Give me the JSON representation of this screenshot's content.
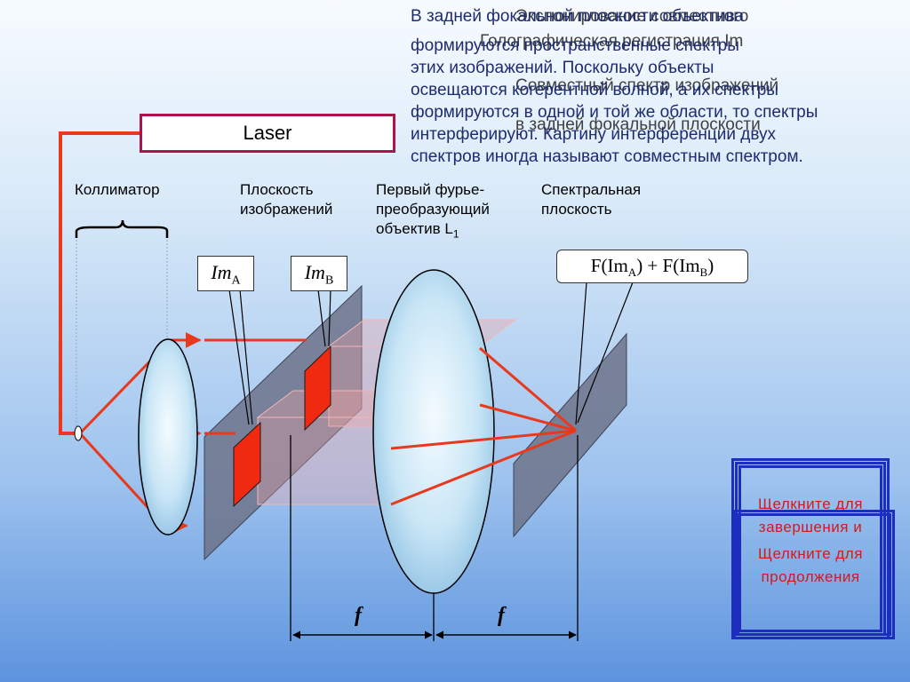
{
  "laser_label": "Laser",
  "labels": {
    "collimator": "Коллиматор",
    "image_plane_1": "Плоскость",
    "image_plane_2": "изображений",
    "fourier_lens_1": "Первый фурье-",
    "fourier_lens_2": "преобразующий",
    "fourier_lens_3": "объектив L",
    "fourier_lens_sub": "1",
    "spectral_plane_1": "Спектральная",
    "spectral_plane_2": "плоскость"
  },
  "im_a": {
    "base": "Im",
    "sub": "A"
  },
  "im_b": {
    "base": "Im",
    "sub": "B"
  },
  "formula": {
    "f1": "F(Im",
    "sa": "A",
    "mid": ") + F(Im",
    "sb": "B",
    "end": ")"
  },
  "focal": {
    "left": "f",
    "right": "f"
  },
  "description": {
    "line1": "В задней фокальной плоскости объектива",
    "line2": "формируются пространственные спектры",
    "line3": "этих изображений. Поскольку объекты",
    "line4": "освещаются когерентной волной, а их спектры",
    "line5": "формируются в одной и той же области, то спектры",
    "line6": "интерферируют. Картину интерференции двух",
    "line7": "спектров иногда называют совместным спектром."
  },
  "overlay_text": {
    "line1": "Экспонирование совместного",
    "line2": "Голографическая регистрация Im",
    "line3": "Совместный спектр изображений",
    "line4": "в задней фокальной плоскости"
  },
  "buttons": {
    "finish_1": "Щелкните для",
    "finish_2": "завершения и",
    "next_1": "Щелкните для",
    "next_2": "продолжения"
  },
  "colors": {
    "beam": "#e8391d",
    "panel": "#6d7389",
    "object_red": "#f02a10",
    "button_border": "#1d2dbd",
    "button_text": "#d31a1a"
  }
}
